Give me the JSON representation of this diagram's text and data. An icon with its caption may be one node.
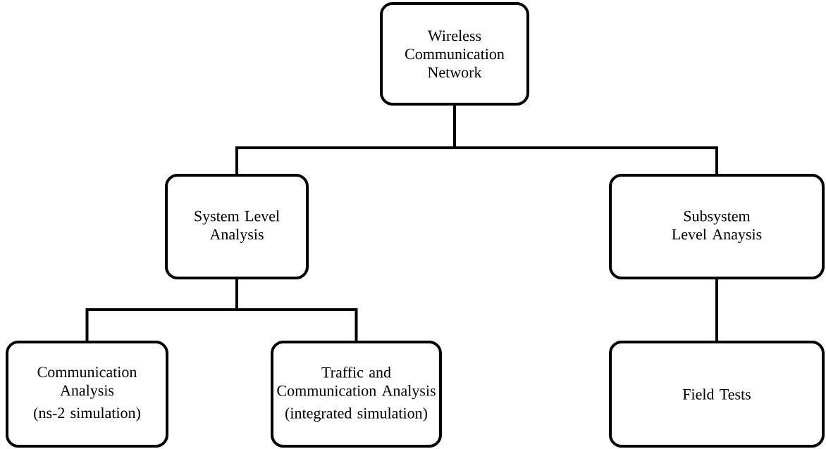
{
  "diagram": {
    "nodes": [
      {
        "text": [
          "Wireless Communication Network"
        ]
      },
      {
        "text": [
          "System Level Analysis"
        ]
      },
      {
        "text": [
          "Subsystem Level Anaysis"
        ]
      },
      {
        "text": [
          "Communication Analysis",
          "(ns-2 simulation)"
        ]
      },
      {
        "text": [
          "Traffic and Communication Analysis",
          "(integrated simulation)"
        ]
      },
      {
        "text": [
          "Field Tests"
        ]
      }
    ],
    "edges": [
      {
        "from": 0,
        "to": 1,
        "arrow": "none"
      },
      {
        "from": 0,
        "to": 2,
        "arrow": "none"
      },
      {
        "from": 1,
        "to": 3,
        "arrow": "none"
      },
      {
        "from": 1,
        "to": 4,
        "arrow": "none"
      },
      {
        "from": 2,
        "to": 5,
        "arrow": "none"
      }
    ]
  }
}
